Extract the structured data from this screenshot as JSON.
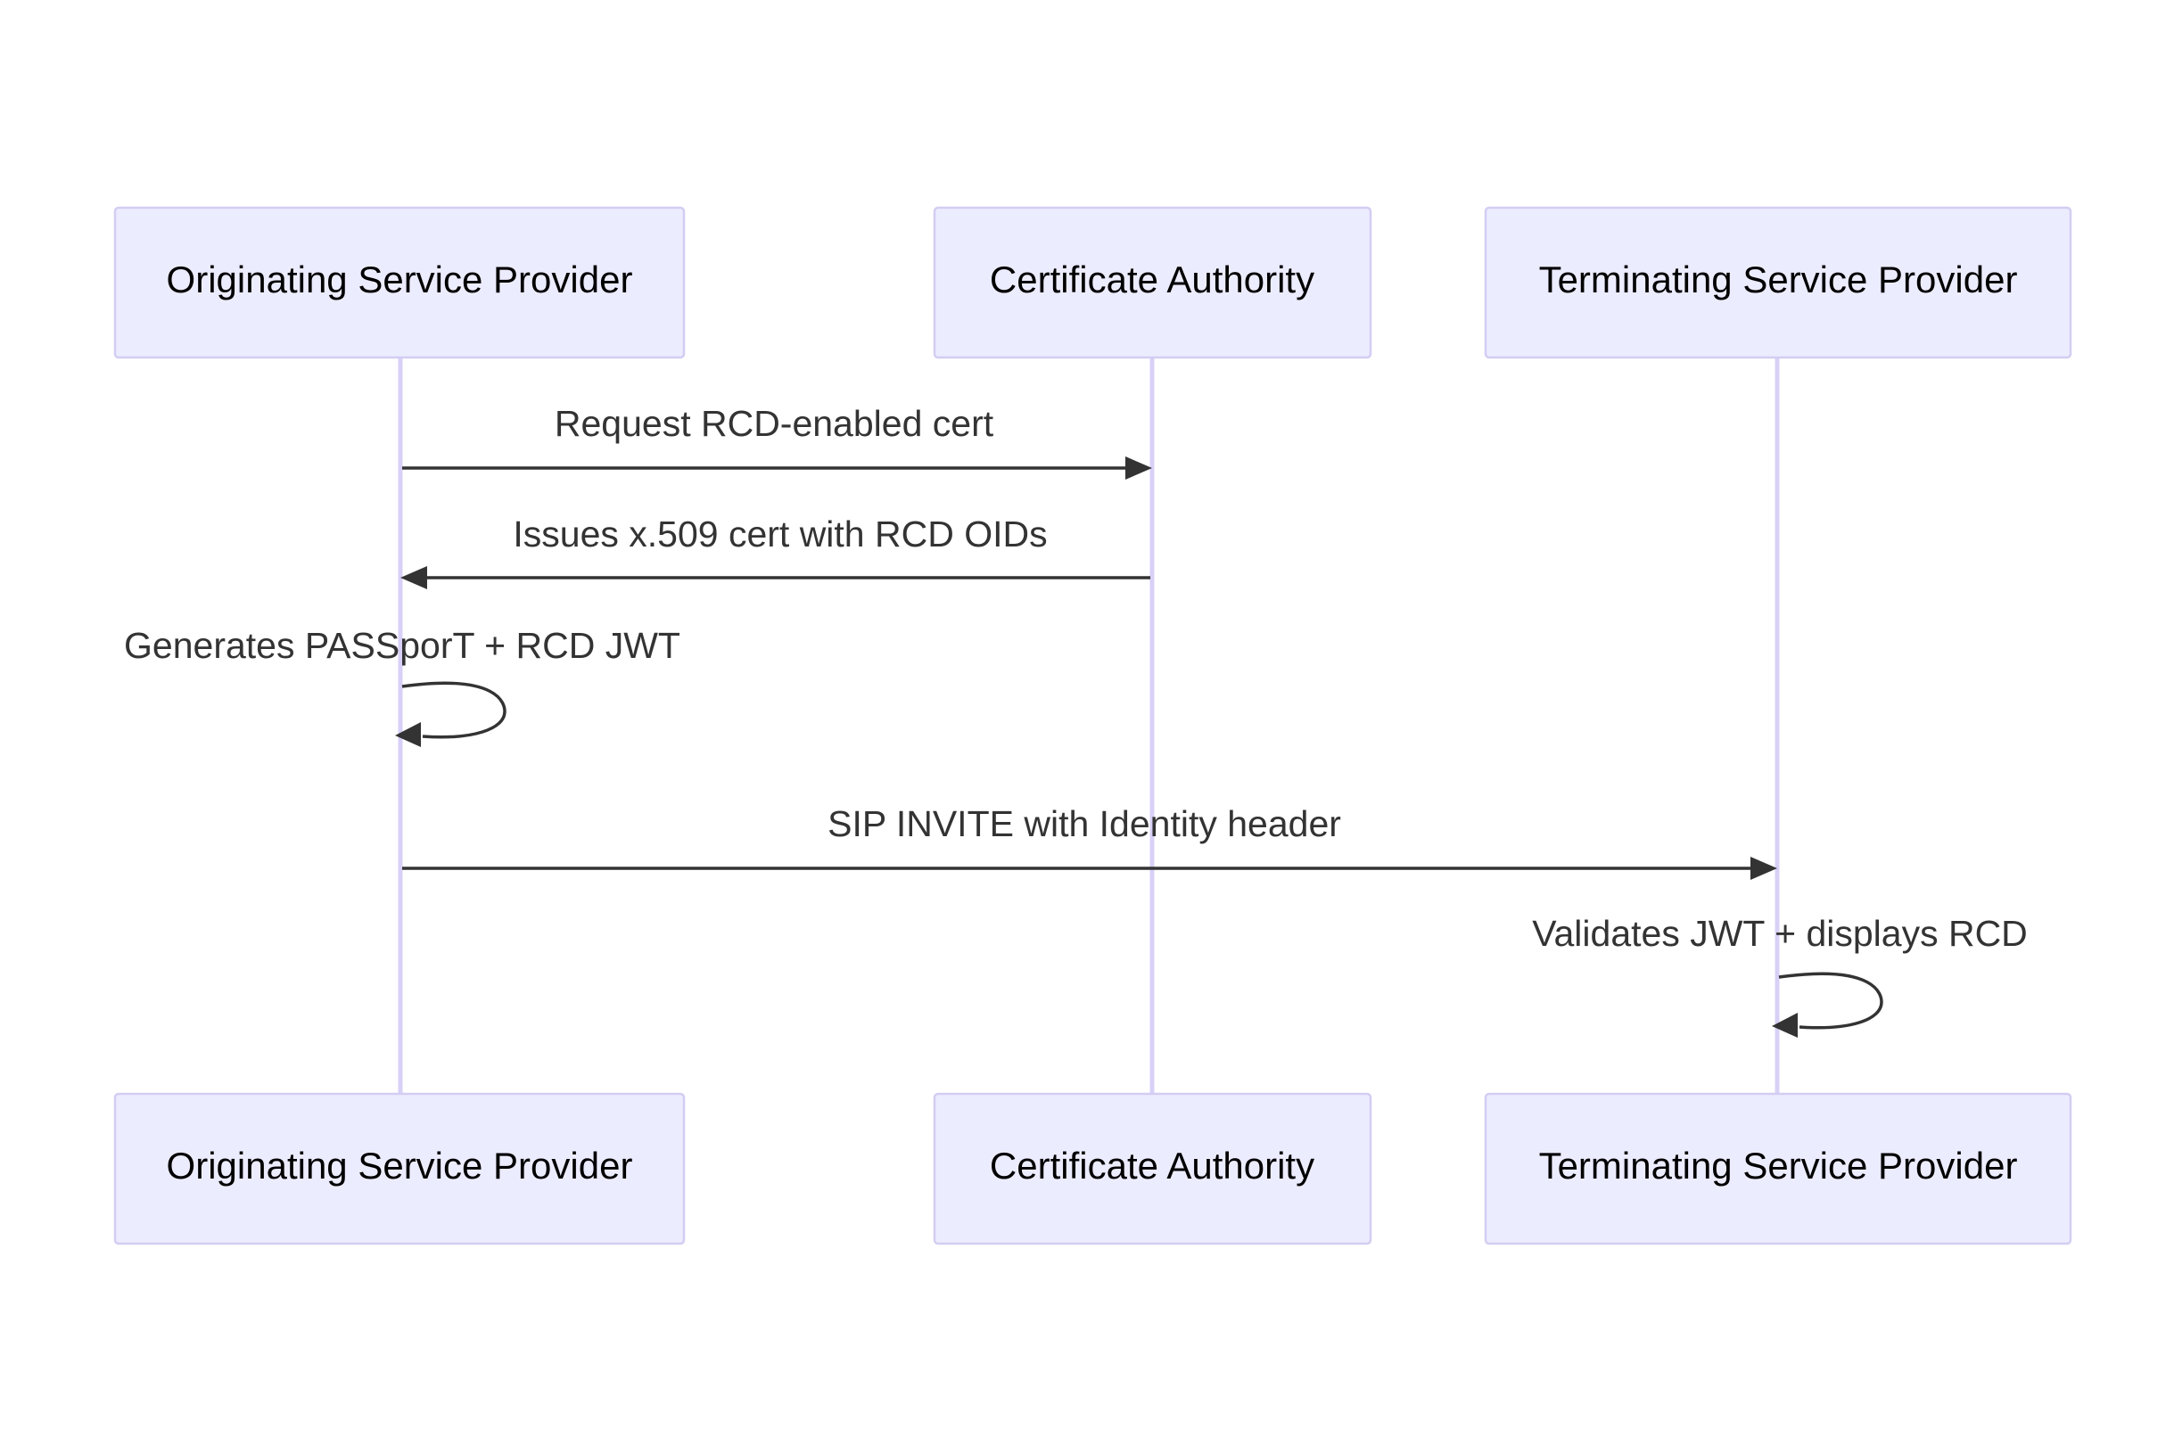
{
  "participants": [
    {
      "id": "osp",
      "label": "Originating Service Provider"
    },
    {
      "id": "ca",
      "label": "Certificate Authority"
    },
    {
      "id": "tsp",
      "label": "Terminating Service Provider"
    }
  ],
  "messages": [
    {
      "from": "osp",
      "to": "ca",
      "label": "Request RCD-enabled cert"
    },
    {
      "from": "ca",
      "to": "osp",
      "label": "Issues x.509 cert with RCD OIDs"
    },
    {
      "from": "osp",
      "to": "osp",
      "label": "Generates PASSporT + RCD JWT"
    },
    {
      "from": "osp",
      "to": "tsp",
      "label": "SIP INVITE with Identity header"
    },
    {
      "from": "tsp",
      "to": "tsp",
      "label": "Validates JWT + displays RCD"
    }
  ],
  "colors": {
    "actor_fill": "#ececff",
    "actor_stroke": "#d3cdf2",
    "lifeline": "#d9d0f7",
    "message": "#333333"
  }
}
